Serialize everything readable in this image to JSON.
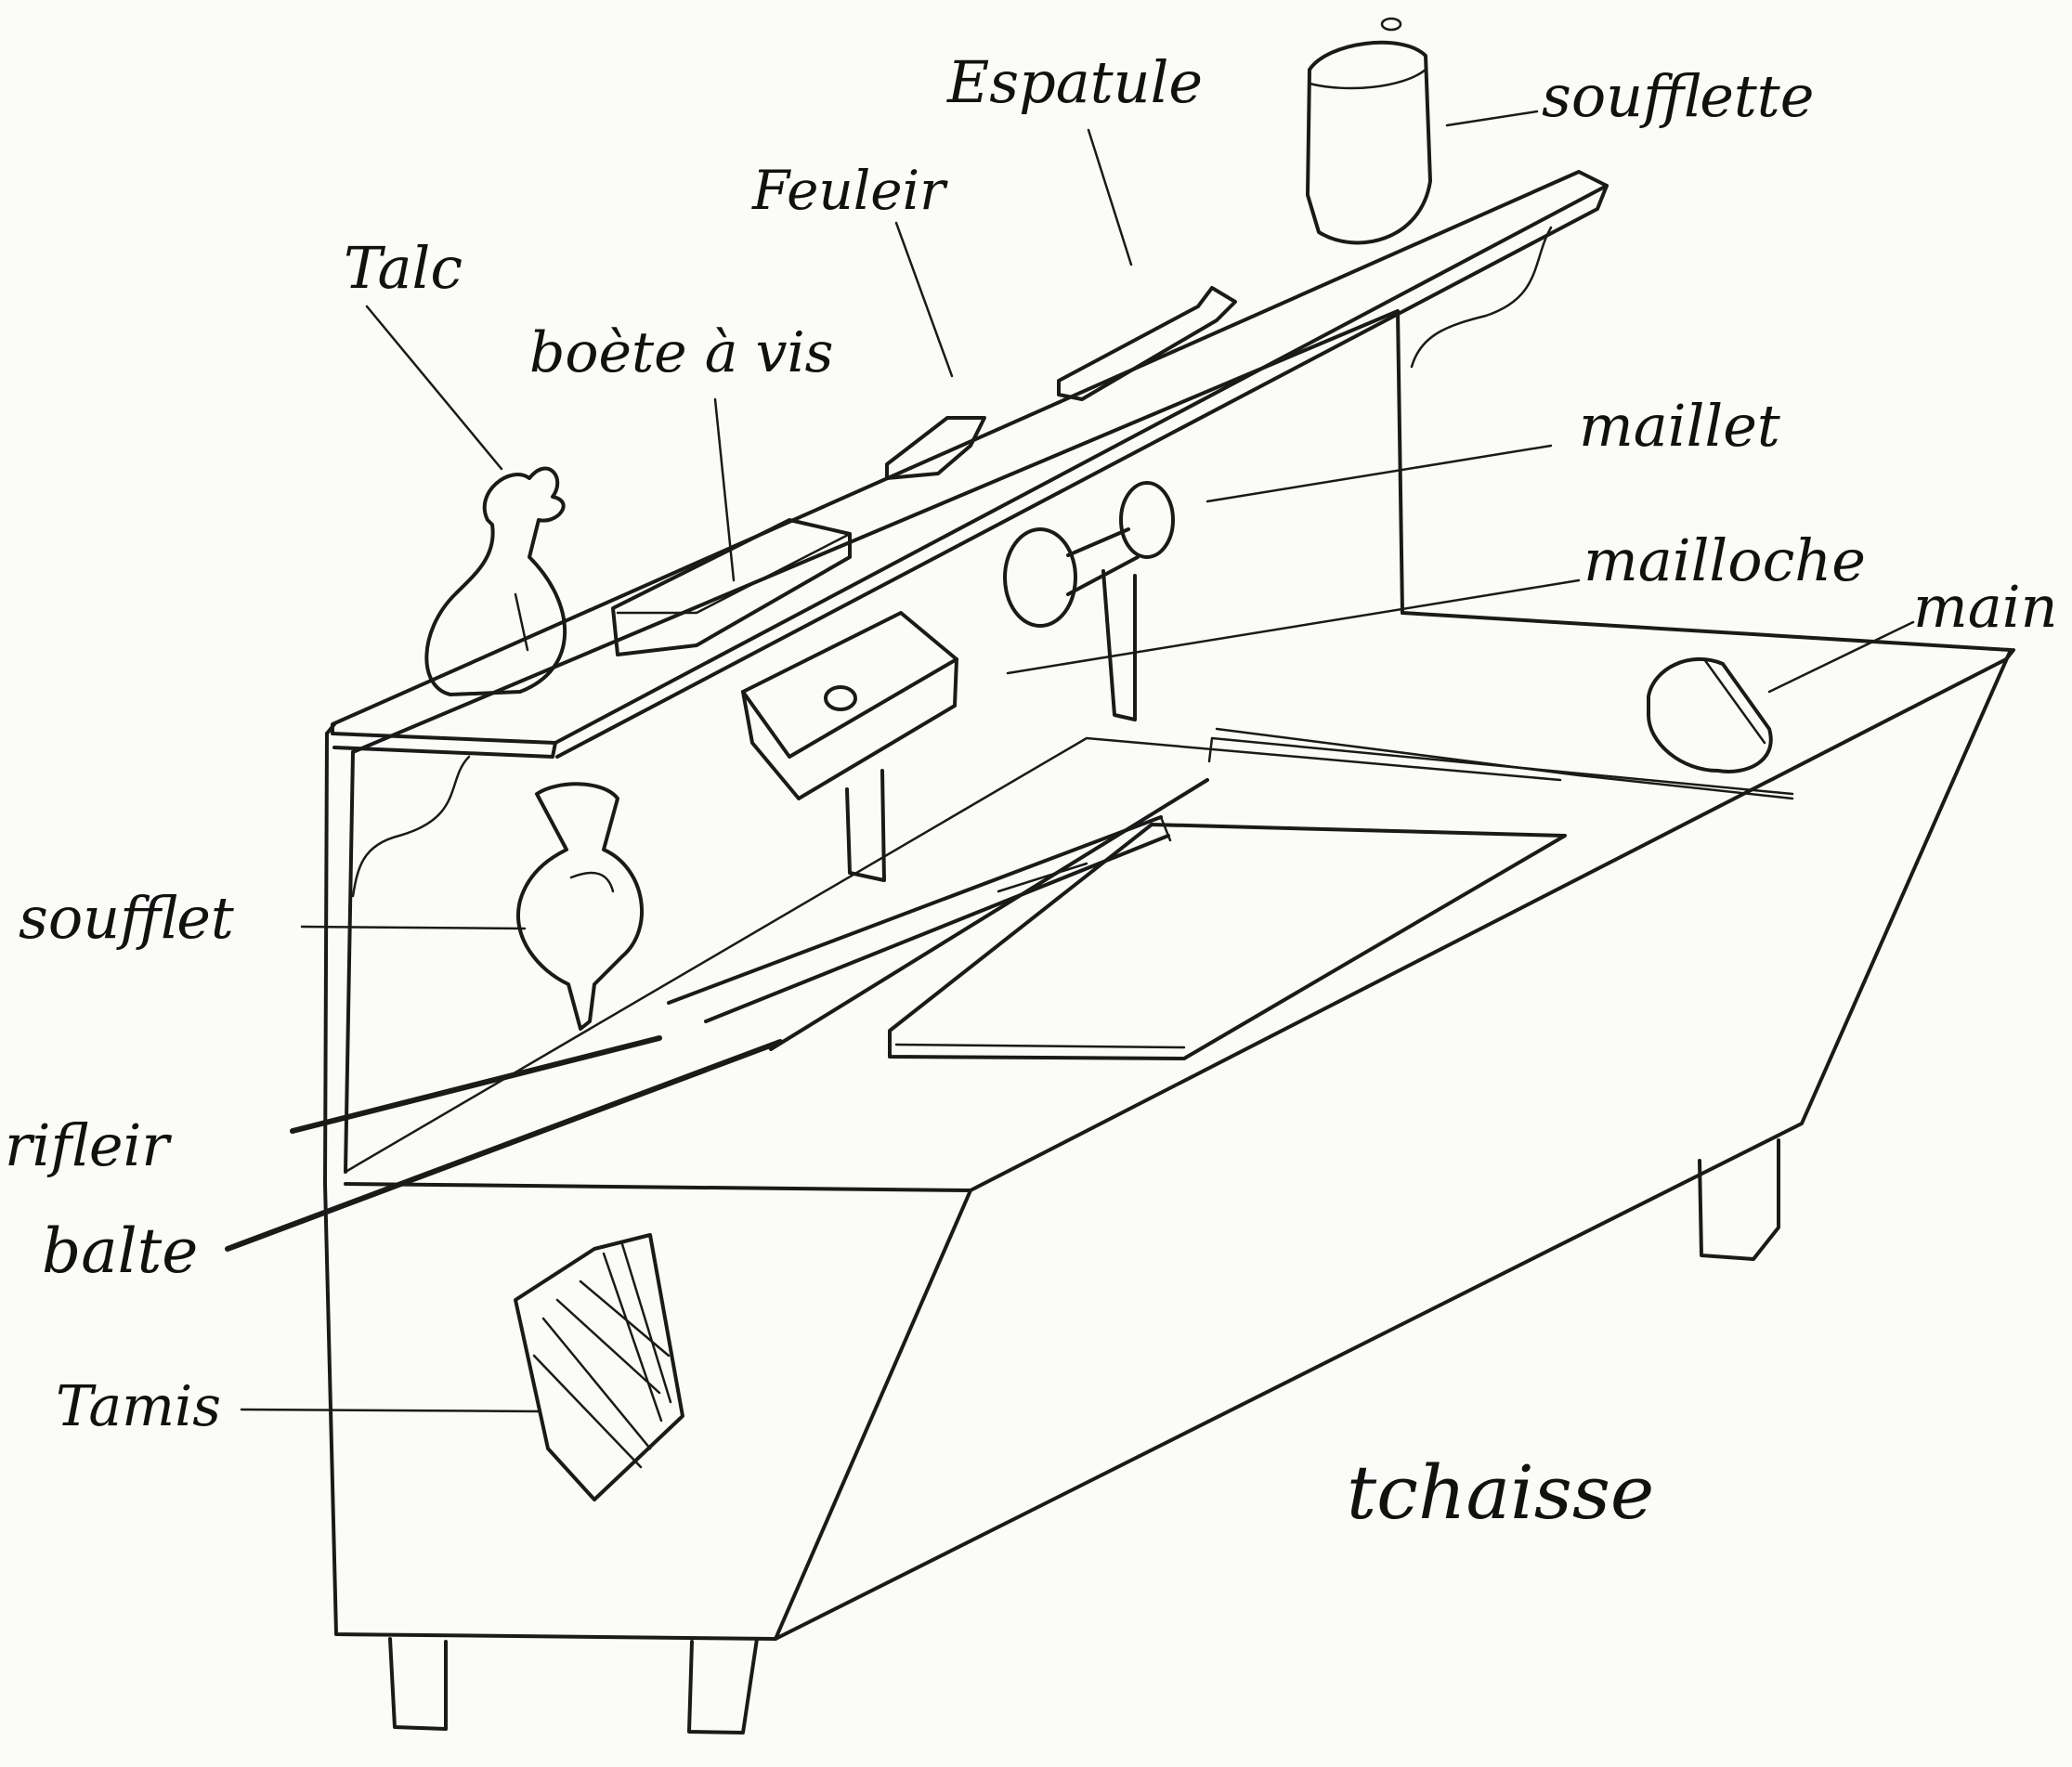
{
  "labels": {
    "talc": "Talc",
    "boete_a_vis": "boète à vis",
    "feuleir": "Feuleir",
    "espatule": "Espatule",
    "soufflette": "soufflette",
    "maillet": "maillet",
    "mailloche": "mailloche",
    "main": "main",
    "soufflet": "soufflet",
    "rifleir": "rifleir",
    "balte": "balte",
    "tamis": "Tamis",
    "tchaisse": "tchaisse"
  },
  "ink_color": "#1a1a1a",
  "paper_color": "#fbfbf8"
}
